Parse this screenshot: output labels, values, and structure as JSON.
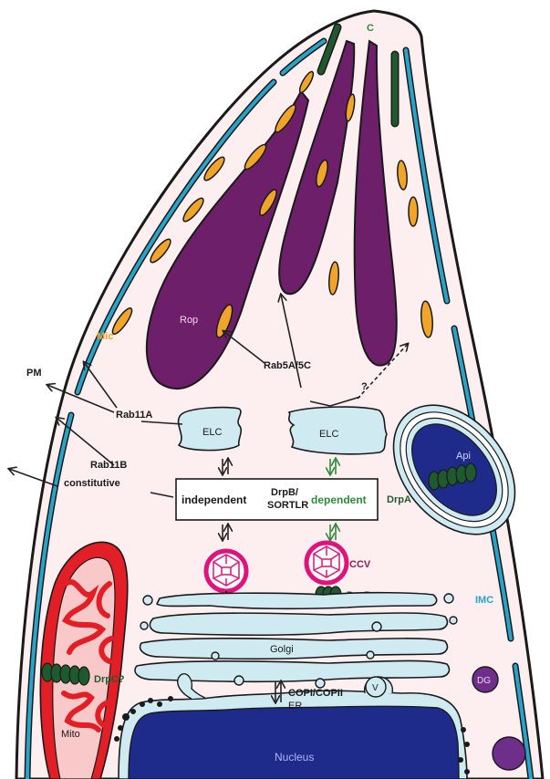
{
  "labels": {
    "conoid": "C",
    "micronemes": "Mic",
    "rhoptries": "Rop",
    "plasma_membrane": "PM",
    "rab11a": "Rab11A",
    "rab11b": "Rab11B",
    "rab5": "Rab5A/5C",
    "unknown": "?",
    "elc_left": "ELC",
    "elc_right": "ELC",
    "constitutive": "constitutive",
    "independent": "independent",
    "drpb_sortlr_1": "DrpB/",
    "drpb_sortlr_2": "SORTLR",
    "dependent": "dependent",
    "apicoplast": "Api",
    "drpa": "DrpA",
    "ccv": "CCV",
    "drpb": "DrpB",
    "imc": "IMC",
    "golgi": "Golgi",
    "drpc": "DrpC?",
    "mitochondrion": "Mito",
    "copi_copii": "COPI/COPII",
    "vacuole": "V",
    "dense_granule": "DG",
    "er": "ER",
    "nucleus": "Nucleus"
  },
  "colors": {
    "cytoplasm": "#fdeef0",
    "cell_outline": "#1a1a1a",
    "imc": "#2aa3c8",
    "conoid": "#1f5a2e",
    "rhoptry": "#6e1f6a",
    "microneme": "#f0a52a",
    "organelle_light": "#cfeaf0",
    "nucleus": "#1f2b8a",
    "mito": "#e21e26",
    "mito_inner": "#f9c9c9",
    "dynamin": "#1f5a2e",
    "ccv": "#e0137c",
    "dense_granule": "#6e2e8a",
    "dependent_text": "#2e8b3a"
  }
}
